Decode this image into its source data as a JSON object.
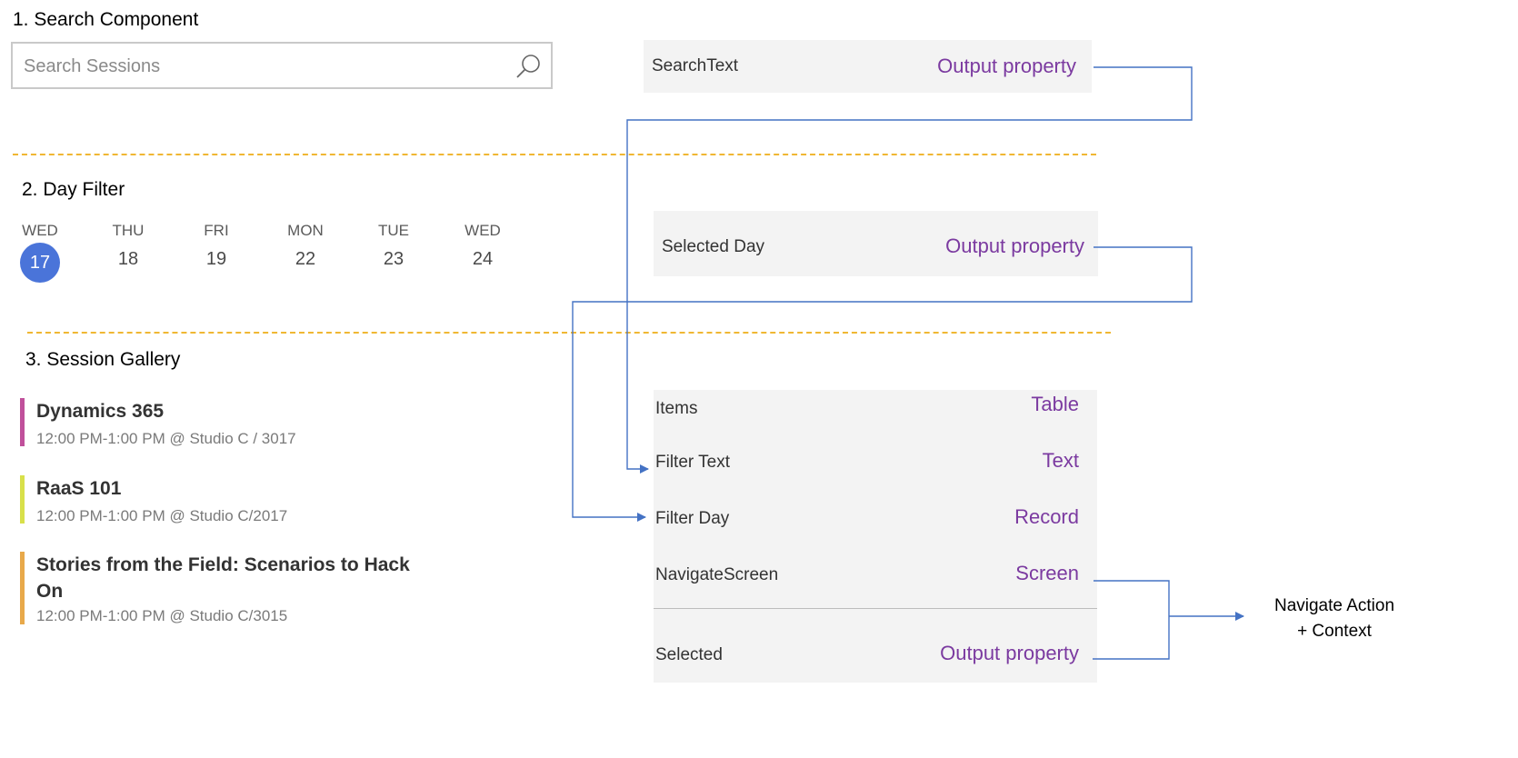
{
  "sections": {
    "search": {
      "heading": "1.   Search Component",
      "placeholder": "Search Sessions"
    },
    "day_filter": {
      "heading": "2.   Day Filter",
      "days": [
        {
          "name": "WED",
          "num": "17",
          "selected": true
        },
        {
          "name": "THU",
          "num": "18",
          "selected": false
        },
        {
          "name": "FRI",
          "num": "19",
          "selected": false
        },
        {
          "name": "MON",
          "num": "22",
          "selected": false
        },
        {
          "name": "TUE",
          "num": "23",
          "selected": false
        },
        {
          "name": "WED",
          "num": "24",
          "selected": false
        }
      ]
    },
    "gallery": {
      "heading": "3.   Session Gallery",
      "sessions": [
        {
          "title": "Dynamics 365",
          "meta": "12:00 PM-1:00 PM @ Studio C / 3017",
          "color": "#c0509b"
        },
        {
          "title": "RaaS 101",
          "meta": "12:00 PM-1:00 PM @ Studio C/2017",
          "color": "#d8e04a"
        },
        {
          "title": "Stories from the Field: Scenarios to Hack On",
          "meta": "12:00 PM-1:00 PM @ Studio C/3015",
          "color": "#e8a94a"
        }
      ]
    }
  },
  "properties": {
    "search_panel": {
      "label": "SearchText",
      "value": "Output property"
    },
    "day_panel": {
      "label": "Selected Day",
      "value": "Output property"
    },
    "gallery_panel": {
      "rows": [
        {
          "label": "Items",
          "value": "Table"
        },
        {
          "label": "Filter Text",
          "value": "Text"
        },
        {
          "label": "Filter Day",
          "value": "Record"
        },
        {
          "label": "NavigateScreen",
          "value": "Screen"
        }
      ],
      "output": {
        "label": "Selected",
        "value": "Output property"
      }
    }
  },
  "annotation": {
    "line1": "Navigate Action",
    "line2": "+ Context"
  },
  "colors": {
    "accent": "#4a74d9",
    "connector": "#4472c4",
    "divider": "#f0b733",
    "property_value": "#7b3aa0"
  }
}
